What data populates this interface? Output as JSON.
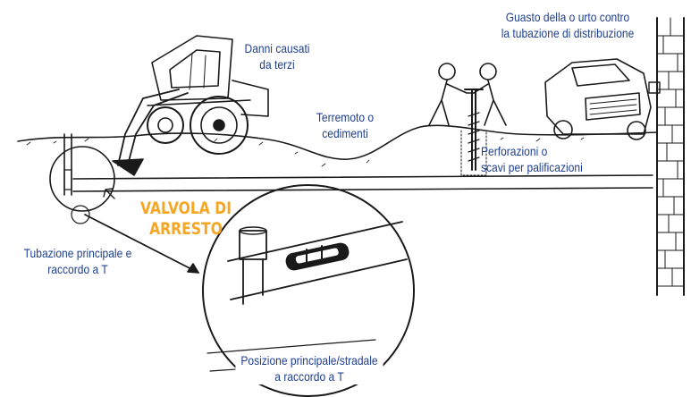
{
  "colors": {
    "label": "#1f3f8f",
    "valve": "#f5a623",
    "ink": "#1a1a1a"
  },
  "labels": {
    "danni": [
      "Danni causati",
      "da terzi"
    ],
    "terremoto": [
      "Terremoto o",
      "cedimenti"
    ],
    "guasto": [
      "Guasto della o urto contro",
      "la tubazione di distribuzione"
    ],
    "perforazioni": [
      "Perforazioni o",
      "scavi per palificazioni"
    ],
    "tubazione": [
      "Tubazione principale e",
      "raccordo a T"
    ],
    "posizione": [
      "Posizione principale/stradale",
      "a raccordo a T"
    ],
    "valvola": [
      "VALVOLA DI",
      "ARRESTO"
    ]
  }
}
